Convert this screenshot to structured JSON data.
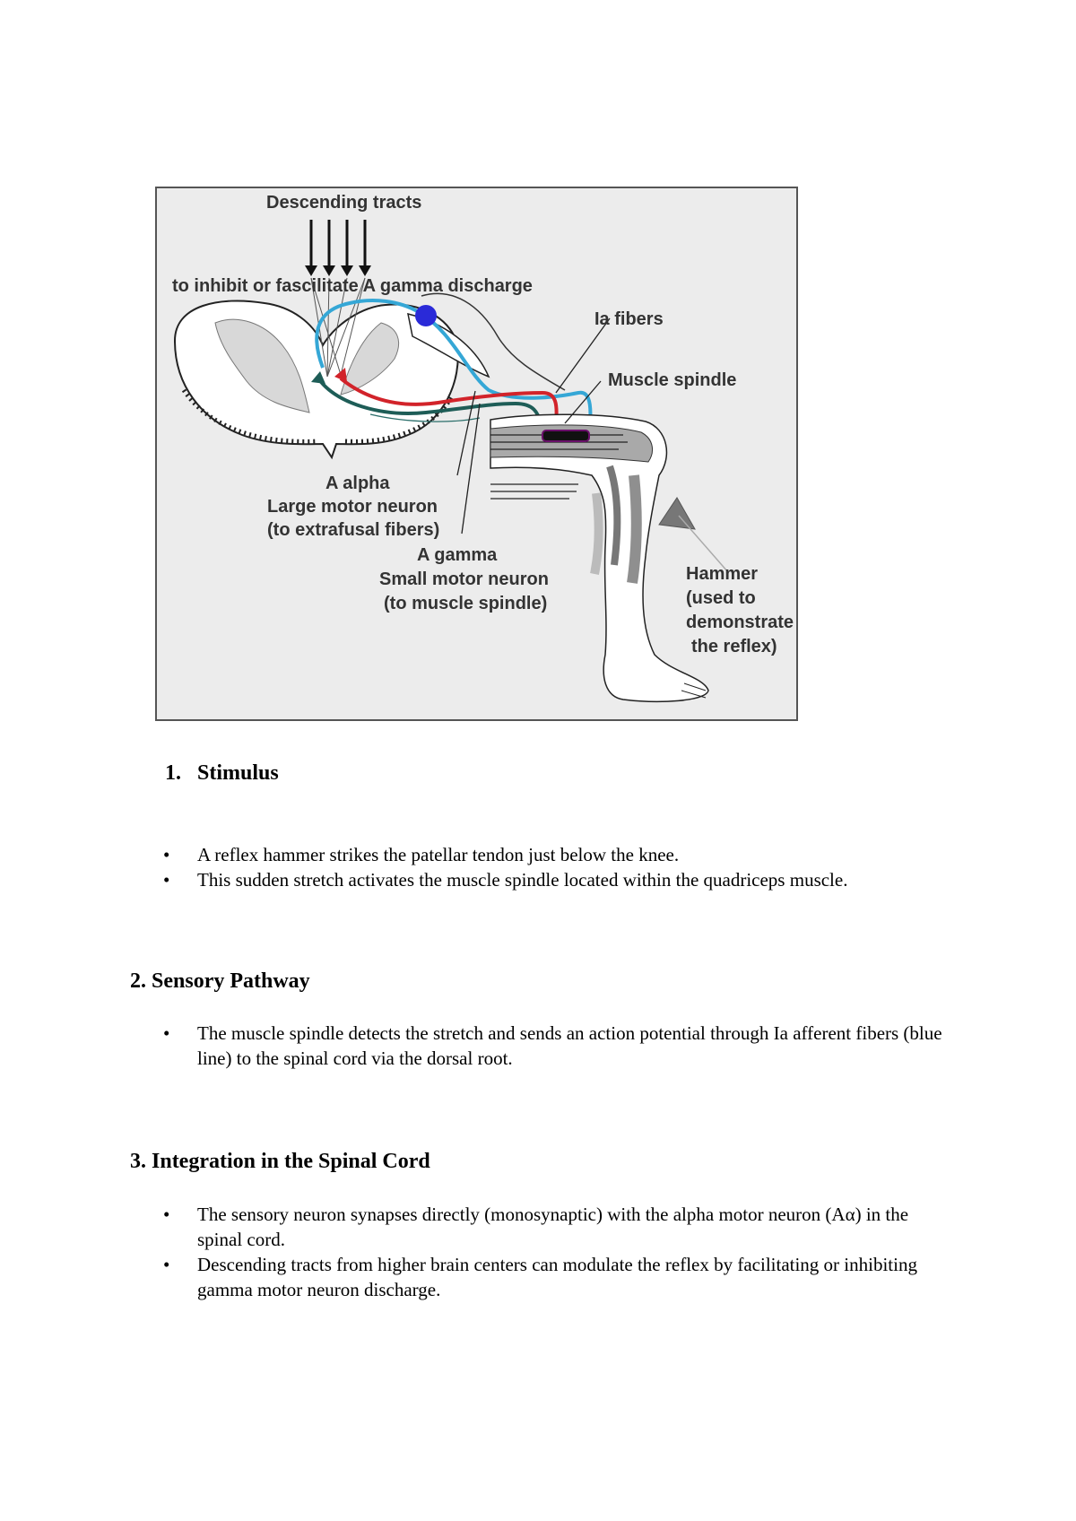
{
  "figure": {
    "labels": {
      "descending": "Descending tracts",
      "inhibit": "to inhibit or fascilitate A gamma discharge",
      "ia_fibers": "Ia fibers",
      "muscle_spindle": "Muscle spindle",
      "alpha_1": "A alpha",
      "alpha_2": "Large motor neuron",
      "alpha_3": "(to extrafusal fibers)",
      "gamma_1": "A gamma",
      "gamma_2": "Small motor neuron",
      "gamma_3": "(to muscle spindle)",
      "hammer_1": "Hammer",
      "hammer_2": "(used to",
      "hammer_3": "demonstrate",
      "hammer_4": "the reflex)"
    },
    "colors": {
      "ia_fiber": "#35a7d6",
      "alpha_fiber": "#d2232a",
      "gamma_fiber": "#1e5d57",
      "cell_body": "#2a2ad8"
    }
  },
  "section1": {
    "number": "1.",
    "title": "Stimulus",
    "bullets": [
      "A reflex hammer strikes the patellar tendon just below the knee.",
      "This sudden stretch activates the muscle spindle located within the quadriceps muscle."
    ]
  },
  "section2": {
    "title": "2. Sensory Pathway",
    "bullets": [
      "The muscle spindle detects the stretch and sends an action potential through Ia afferent fibers (blue line) to the spinal cord via the dorsal root."
    ]
  },
  "section3": {
    "title": "3. Integration in the Spinal Cord",
    "bullets": [
      "The sensory neuron synapses directly (monosynaptic) with the alpha motor neuron (Aα) in the spinal cord.",
      "Descending tracts from higher brain centers can modulate the reflex by facilitating or inhibiting gamma motor neuron discharge."
    ]
  }
}
